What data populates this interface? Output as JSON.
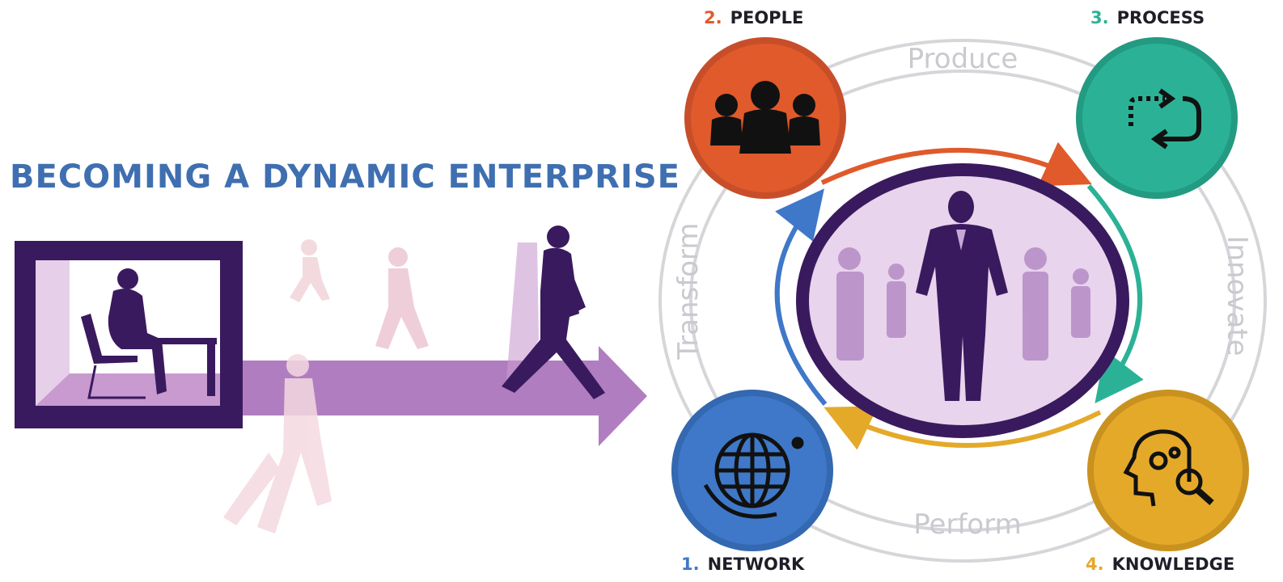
{
  "headline": "BECOMING A DYNAMIC ENTERPRISE",
  "steps": [
    {
      "number": "1.",
      "label": "NETWORK",
      "color": "#3f78c8",
      "icon": "globe-icon"
    },
    {
      "number": "2.",
      "label": "PEOPLE",
      "color": "#e05a2b",
      "icon": "people-group-icon"
    },
    {
      "number": "3.",
      "label": "PROCESS",
      "color": "#2bb296",
      "icon": "cycle-arrows-icon"
    },
    {
      "number": "4.",
      "label": "KNOWLEDGE",
      "color": "#e5a92a",
      "icon": "head-gear-magnifier-icon"
    }
  ],
  "ring_words": {
    "top": "Produce",
    "right": "Innovate",
    "bottom": "Perform",
    "left": "Transform"
  },
  "colors": {
    "headline": "#3f6fb0",
    "purple_dark": "#3a1a5e",
    "purple_mid": "#b07ec0",
    "purple_light": "#e6cfe8",
    "ring_grey": "#d6d6da"
  }
}
